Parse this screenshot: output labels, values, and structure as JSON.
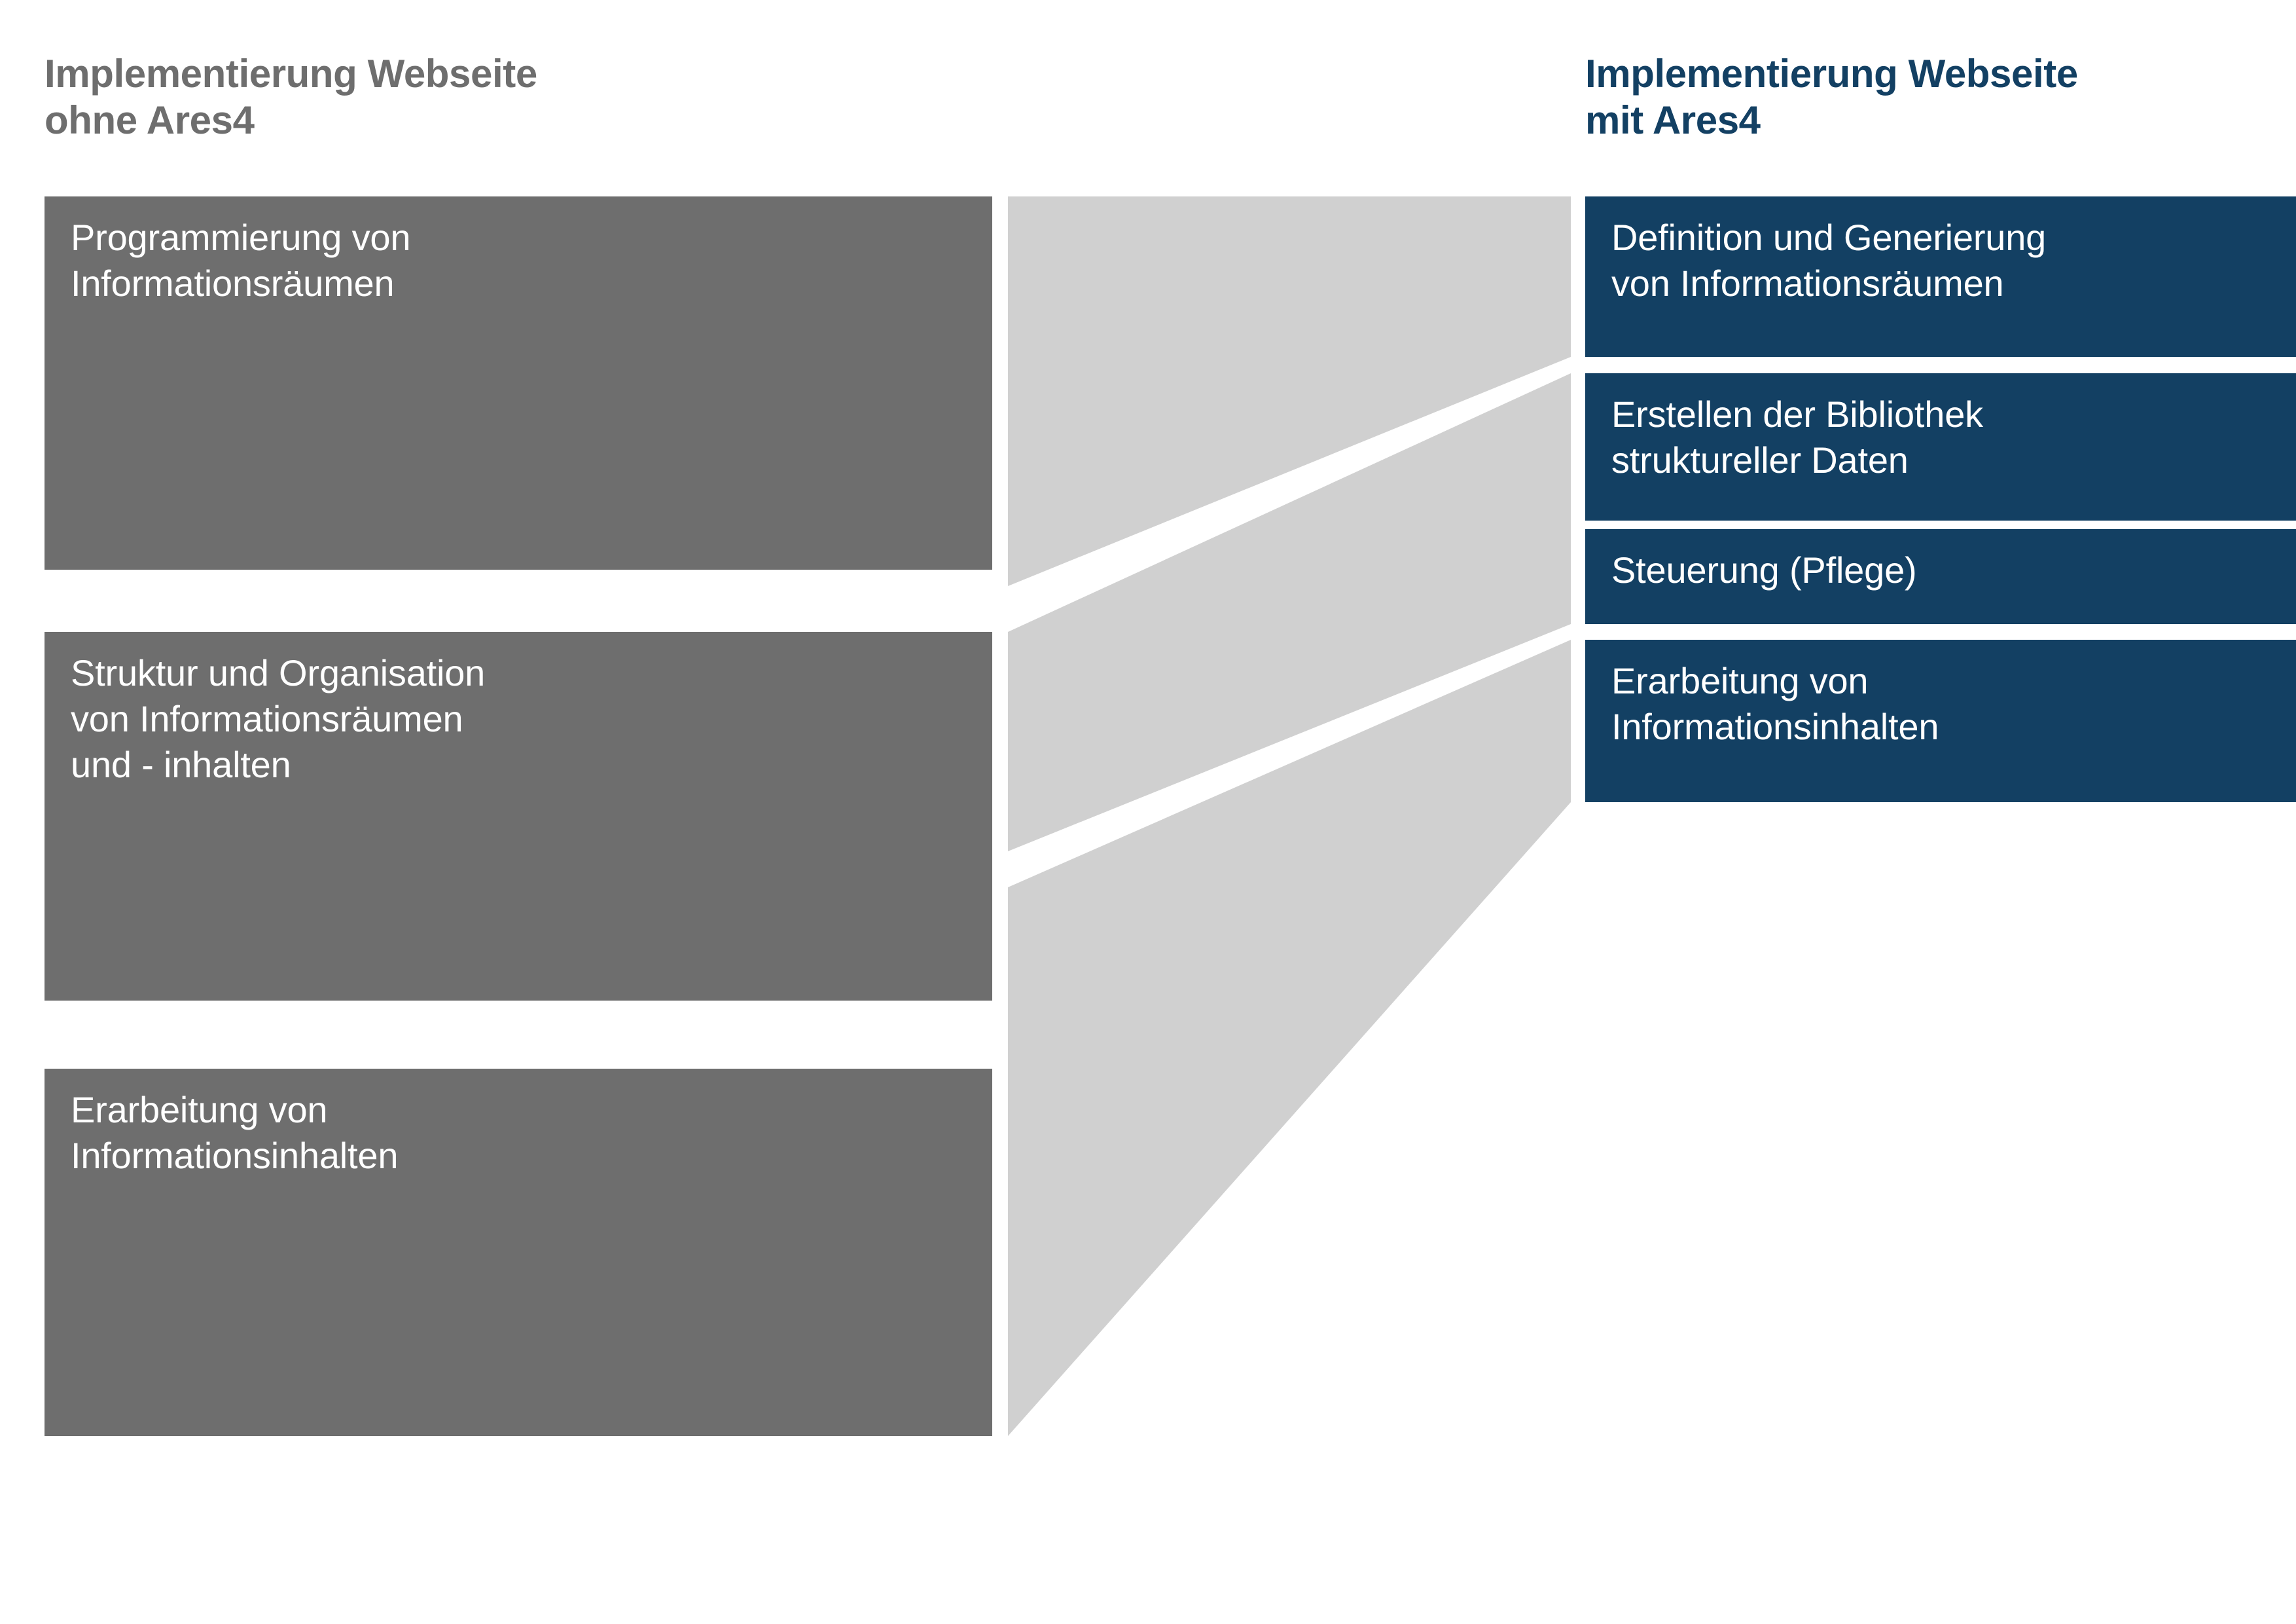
{
  "headings": {
    "left": "Implementierung Webseite\nohne Ares4",
    "right": "Implementierung Webseite\nmit Ares4"
  },
  "colors": {
    "left_box": "#6e6e6e",
    "right_box": "#134063",
    "connector": "#d0d0d0",
    "left_heading_text": "#6e6e6e",
    "right_heading_text": "#134063",
    "box_text": "#ffffff",
    "background": "#ffffff"
  },
  "left_column": {
    "title": "Implementierung Webseite ohne Ares4",
    "boxes": [
      {
        "text": "Programmierung von\nInformationsräumen"
      },
      {
        "text": "Struktur und Organisation\nvon Informationsräumen\nund - inhalten"
      },
      {
        "text": "Erarbeitung von\nInformationsinhalten"
      }
    ]
  },
  "right_column": {
    "title": "Implementierung Webseite mit Ares4",
    "boxes": [
      {
        "text": "Definition und Generierung\nvon Informationsräumen"
      },
      {
        "text": "Erstellen der Bibliothek\nstruktureller Daten"
      },
      {
        "text": "Steuerung (Pflege)"
      },
      {
        "text": "Erarbeitung von\nInformationsinhalten"
      }
    ]
  },
  "connectors": [
    {
      "from": "left-box-1-programmierung",
      "to": "right-boxes-1-3"
    },
    {
      "from": "left-box-2-struktur-organisation",
      "to": "right-box-4"
    },
    {
      "from": "left-box-3-erarbeitung",
      "to": "right-box-4"
    }
  ]
}
